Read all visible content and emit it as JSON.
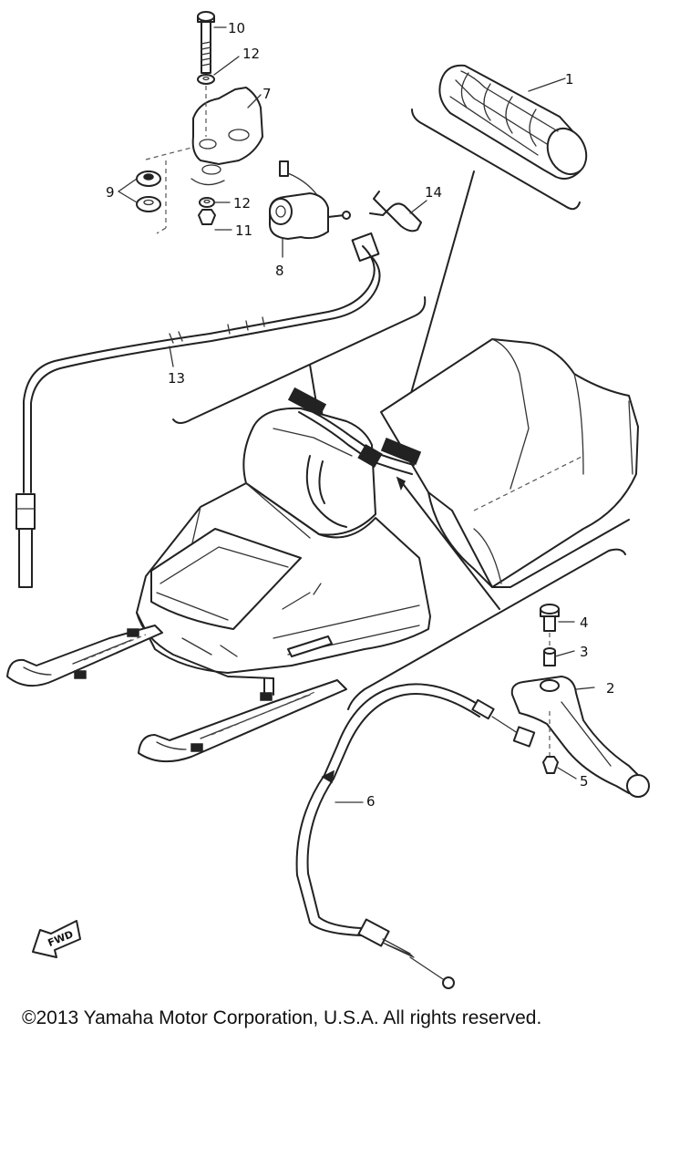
{
  "callouts": {
    "c1": "1",
    "c2": "2",
    "c3": "3",
    "c4": "4",
    "c5": "5",
    "c6": "6",
    "c7": "7",
    "c8": "8",
    "c9": "9",
    "c10": "10",
    "c11": "11",
    "c12a": "12",
    "c12b": "12",
    "c13": "13",
    "c14": "14"
  },
  "fwd_label": "FWD",
  "copyright": "©2013 Yamaha Motor Corporation, U.S.A. All rights reserved."
}
